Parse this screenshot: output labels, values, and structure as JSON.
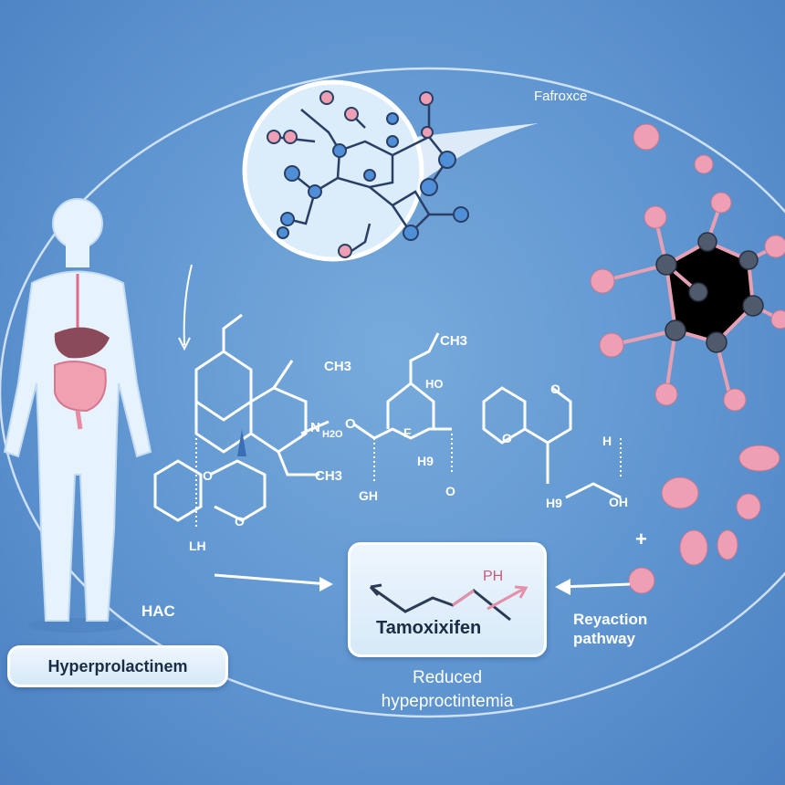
{
  "labels": {
    "top_right": "Fafroxce",
    "hac": "HAC",
    "condition": "Hyperprolactinem",
    "drug": "Tamoxixifen",
    "drug_group": "PH",
    "pathway": "Reyaction pathway",
    "outcome_line1": "Reduced",
    "outcome_line2": "hypeproctintemia",
    "plus": "+"
  },
  "atom_labels": [
    "CH3",
    "CH3",
    "CH3",
    "HO",
    "H2O",
    "F",
    "H9",
    "GH",
    "O",
    "O",
    "O",
    "O",
    "O",
    "O",
    "LH",
    "H",
    "OH",
    "H9",
    "N"
  ],
  "colors": {
    "background": "#5f95d0",
    "bond": "#ffffff",
    "atom_blue": "#4f8fd8",
    "atom_pink": "#ee9fb4",
    "atom_gray": "#4f5a6c",
    "box": "#e3f0fb"
  }
}
